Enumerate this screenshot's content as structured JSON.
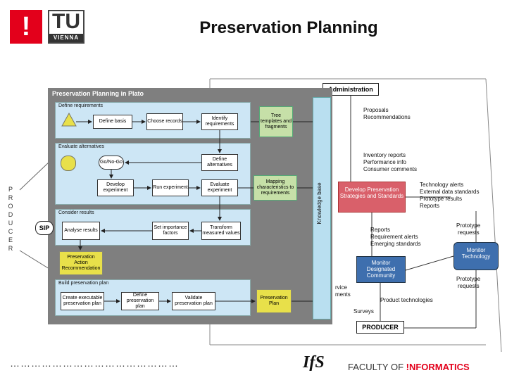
{
  "header": {
    "title": "Preservation Planning",
    "logo_mark": "!",
    "logo_tu": "TU",
    "logo_vienna": "VIENNA"
  },
  "side": {
    "producer_letters": [
      "P",
      "R",
      "O",
      "D",
      "U",
      "C",
      "E",
      "R"
    ],
    "sip": "SIP"
  },
  "background_diagram": {
    "administration": "Administration",
    "producer": "PRODUCER",
    "develop": "Develop Preservation Strategies and Standards",
    "monitor_community": "Monitor Designated Community",
    "monitor_technology": "Monitor Technology",
    "labels": {
      "proposals": "Proposals",
      "recommendations": "Recommendations",
      "inventory": "Inventory reports",
      "performance": "Performance info",
      "consumer": "Consumer comments",
      "tech_alerts": "Technology alerts",
      "ext_standards": "External data standards",
      "proto_results": "Prototype results",
      "reports_right": "Reports",
      "proto_req_1": "Prototype",
      "proto_req_1b": "requests",
      "reports": "Reports",
      "req_alerts": "Requirement alerts",
      "emerging": "Emerging standards",
      "proto_req_2": "Prototype",
      "proto_req_2b": "requests",
      "service": "rvice",
      "ments": "ments",
      "product_tech": "Product  technologies",
      "surveys": "Surveys"
    }
  },
  "plato": {
    "title": "Preservation Planning in Plato",
    "knowledge_base": "Knowledge base",
    "sections": {
      "define": "Define requirements",
      "evaluate": "Evaluate alternatives",
      "consider": "Consider results",
      "build": "Build preservation plan"
    },
    "boxes": {
      "define_basis": "Define basis",
      "choose_records": "Choose records",
      "identify_req": "Identify requirements",
      "tree_templates": "Tree templates and fragments",
      "gonogo": "Go/No-Go",
      "define_alt": "Define alternatives",
      "mapping": "Mapping characteristics to requirements",
      "develop_exp": "Develop experiment",
      "run_exp": "Run experiment",
      "evaluate_exp": "Evaluate experiment",
      "analyse": "Analyse results",
      "set_importance": "Set importance factors",
      "transform": "Transform measured values",
      "pa_recommendation": "Preservation Action Recommendation",
      "create_exec": "Create executable preservation plan",
      "define_plan": "Define preservation plan",
      "validate_plan": "Validate preservation plan",
      "pres_plan": "Preservation Plan"
    }
  },
  "footer": {
    "dots": "…………………………………………",
    "ifs": "IfS",
    "faculty": "FACULTY",
    "of": "OF",
    "informatics": "!NFORMATICS"
  },
  "colors": {
    "tu_red": "#e3001b",
    "plato_grey": "#7f7f7f",
    "section_blue": "#cde6f5",
    "develop_red": "#d9606a",
    "monitor_blue": "#3e6fae",
    "yellow": "#e8e04a",
    "green": "#c6e0a8"
  }
}
